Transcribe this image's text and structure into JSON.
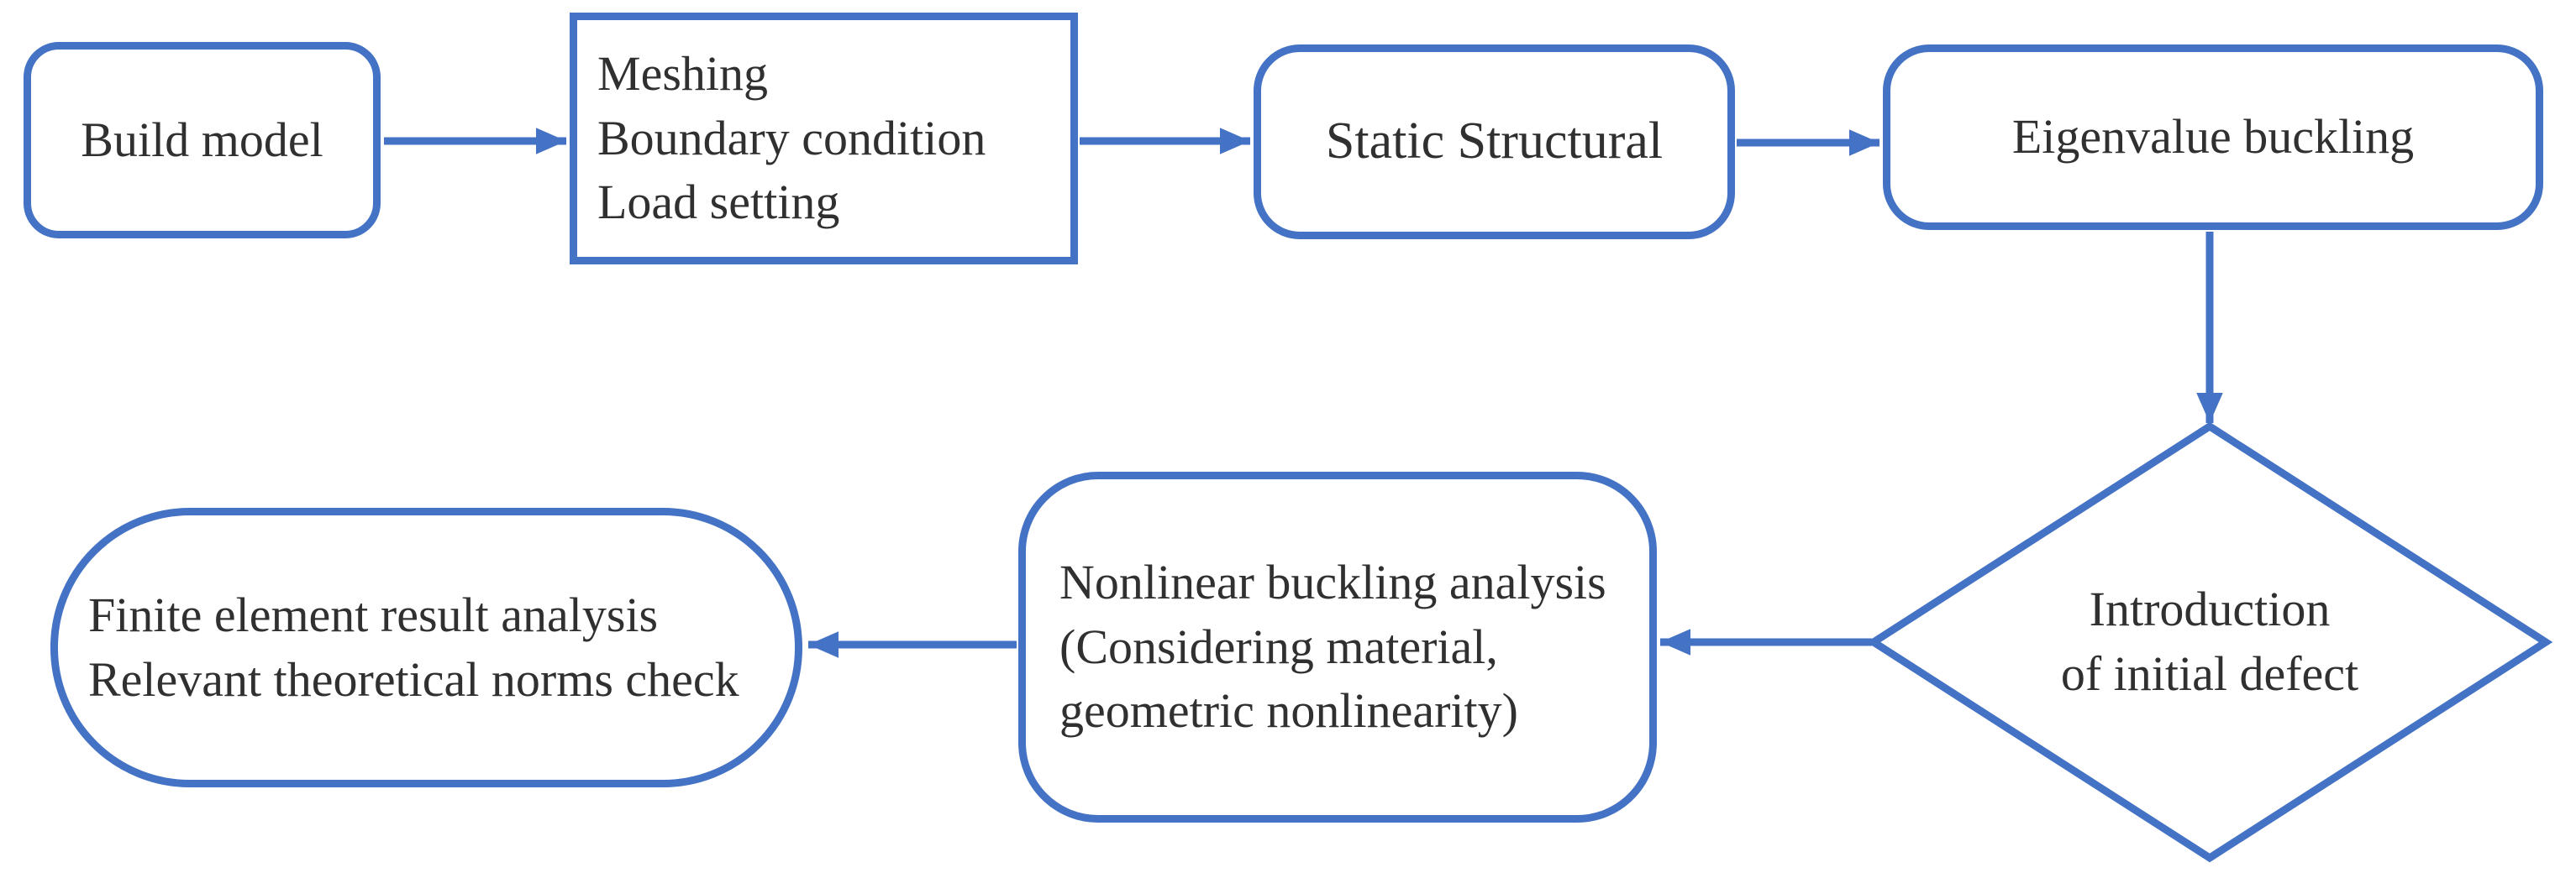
{
  "diagram": {
    "kind": "flowchart",
    "colors": {
      "accent": "#4472C4",
      "text": "#303030",
      "background": "#ffffff"
    },
    "nodes": {
      "build_model": {
        "shape": "rounded-rectangle",
        "lines": [
          "Build model"
        ]
      },
      "preprocessing": {
        "shape": "rectangle",
        "lines": [
          "Meshing",
          "Boundary condition",
          "Load setting"
        ]
      },
      "static_structural": {
        "shape": "rounded-rectangle",
        "lines": [
          "Static Structural"
        ]
      },
      "eigenvalue_buckling": {
        "shape": "rounded-rectangle",
        "lines": [
          "Eigenvalue buckling"
        ]
      },
      "initial_defect": {
        "shape": "diamond",
        "lines": [
          "Introduction",
          "of initial defect"
        ]
      },
      "nonlinear_buckling": {
        "shape": "rounded-rectangle",
        "lines": [
          "Nonlinear buckling analysis",
          "(Considering material,",
          "geometric nonlinearity)"
        ]
      },
      "result_check": {
        "shape": "stadium",
        "lines": [
          "Finite element result analysis",
          "Relevant theoretical norms check"
        ]
      }
    },
    "edges": [
      {
        "from": "build_model",
        "to": "preprocessing",
        "direction": "right"
      },
      {
        "from": "preprocessing",
        "to": "static_structural",
        "direction": "right"
      },
      {
        "from": "static_structural",
        "to": "eigenvalue_buckling",
        "direction": "right"
      },
      {
        "from": "eigenvalue_buckling",
        "to": "initial_defect",
        "direction": "down"
      },
      {
        "from": "initial_defect",
        "to": "nonlinear_buckling",
        "direction": "left"
      },
      {
        "from": "nonlinear_buckling",
        "to": "result_check",
        "direction": "left"
      }
    ]
  }
}
